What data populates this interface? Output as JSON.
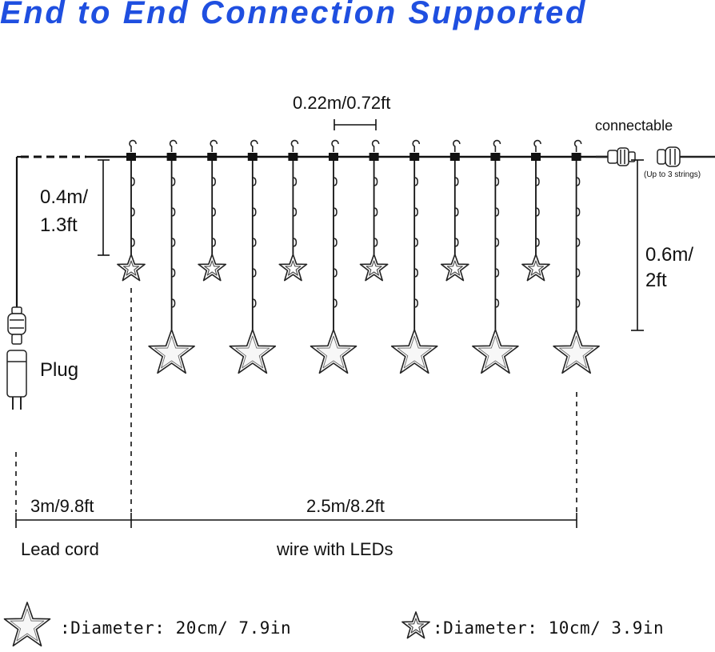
{
  "title": "End to End Connection Supported",
  "spacing_label": "0.22m/0.72ft",
  "connectable_label": "connectable",
  "up_to_label": "(Up to 3 strings)",
  "short_drop_label_line1": "0.4m/",
  "short_drop_label_line2": "1.3ft",
  "long_drop_label_line1": "0.6m/",
  "long_drop_label_line2": "2ft",
  "plug_label": "Plug",
  "lead_length_label": "3m/9.8ft",
  "wire_length_label": "2.5m/8.2ft",
  "lead_cord_label": "Lead cord",
  "wire_label": "wire with LEDs",
  "legend": {
    "large_star": ":Diameter: 20cm/ 7.9in",
    "small_star": ":Diameter: 10cm/ 3.9in"
  },
  "colors": {
    "title": "#1f4fe0",
    "lines": "#111111",
    "star_fill": "#ffffff"
  }
}
